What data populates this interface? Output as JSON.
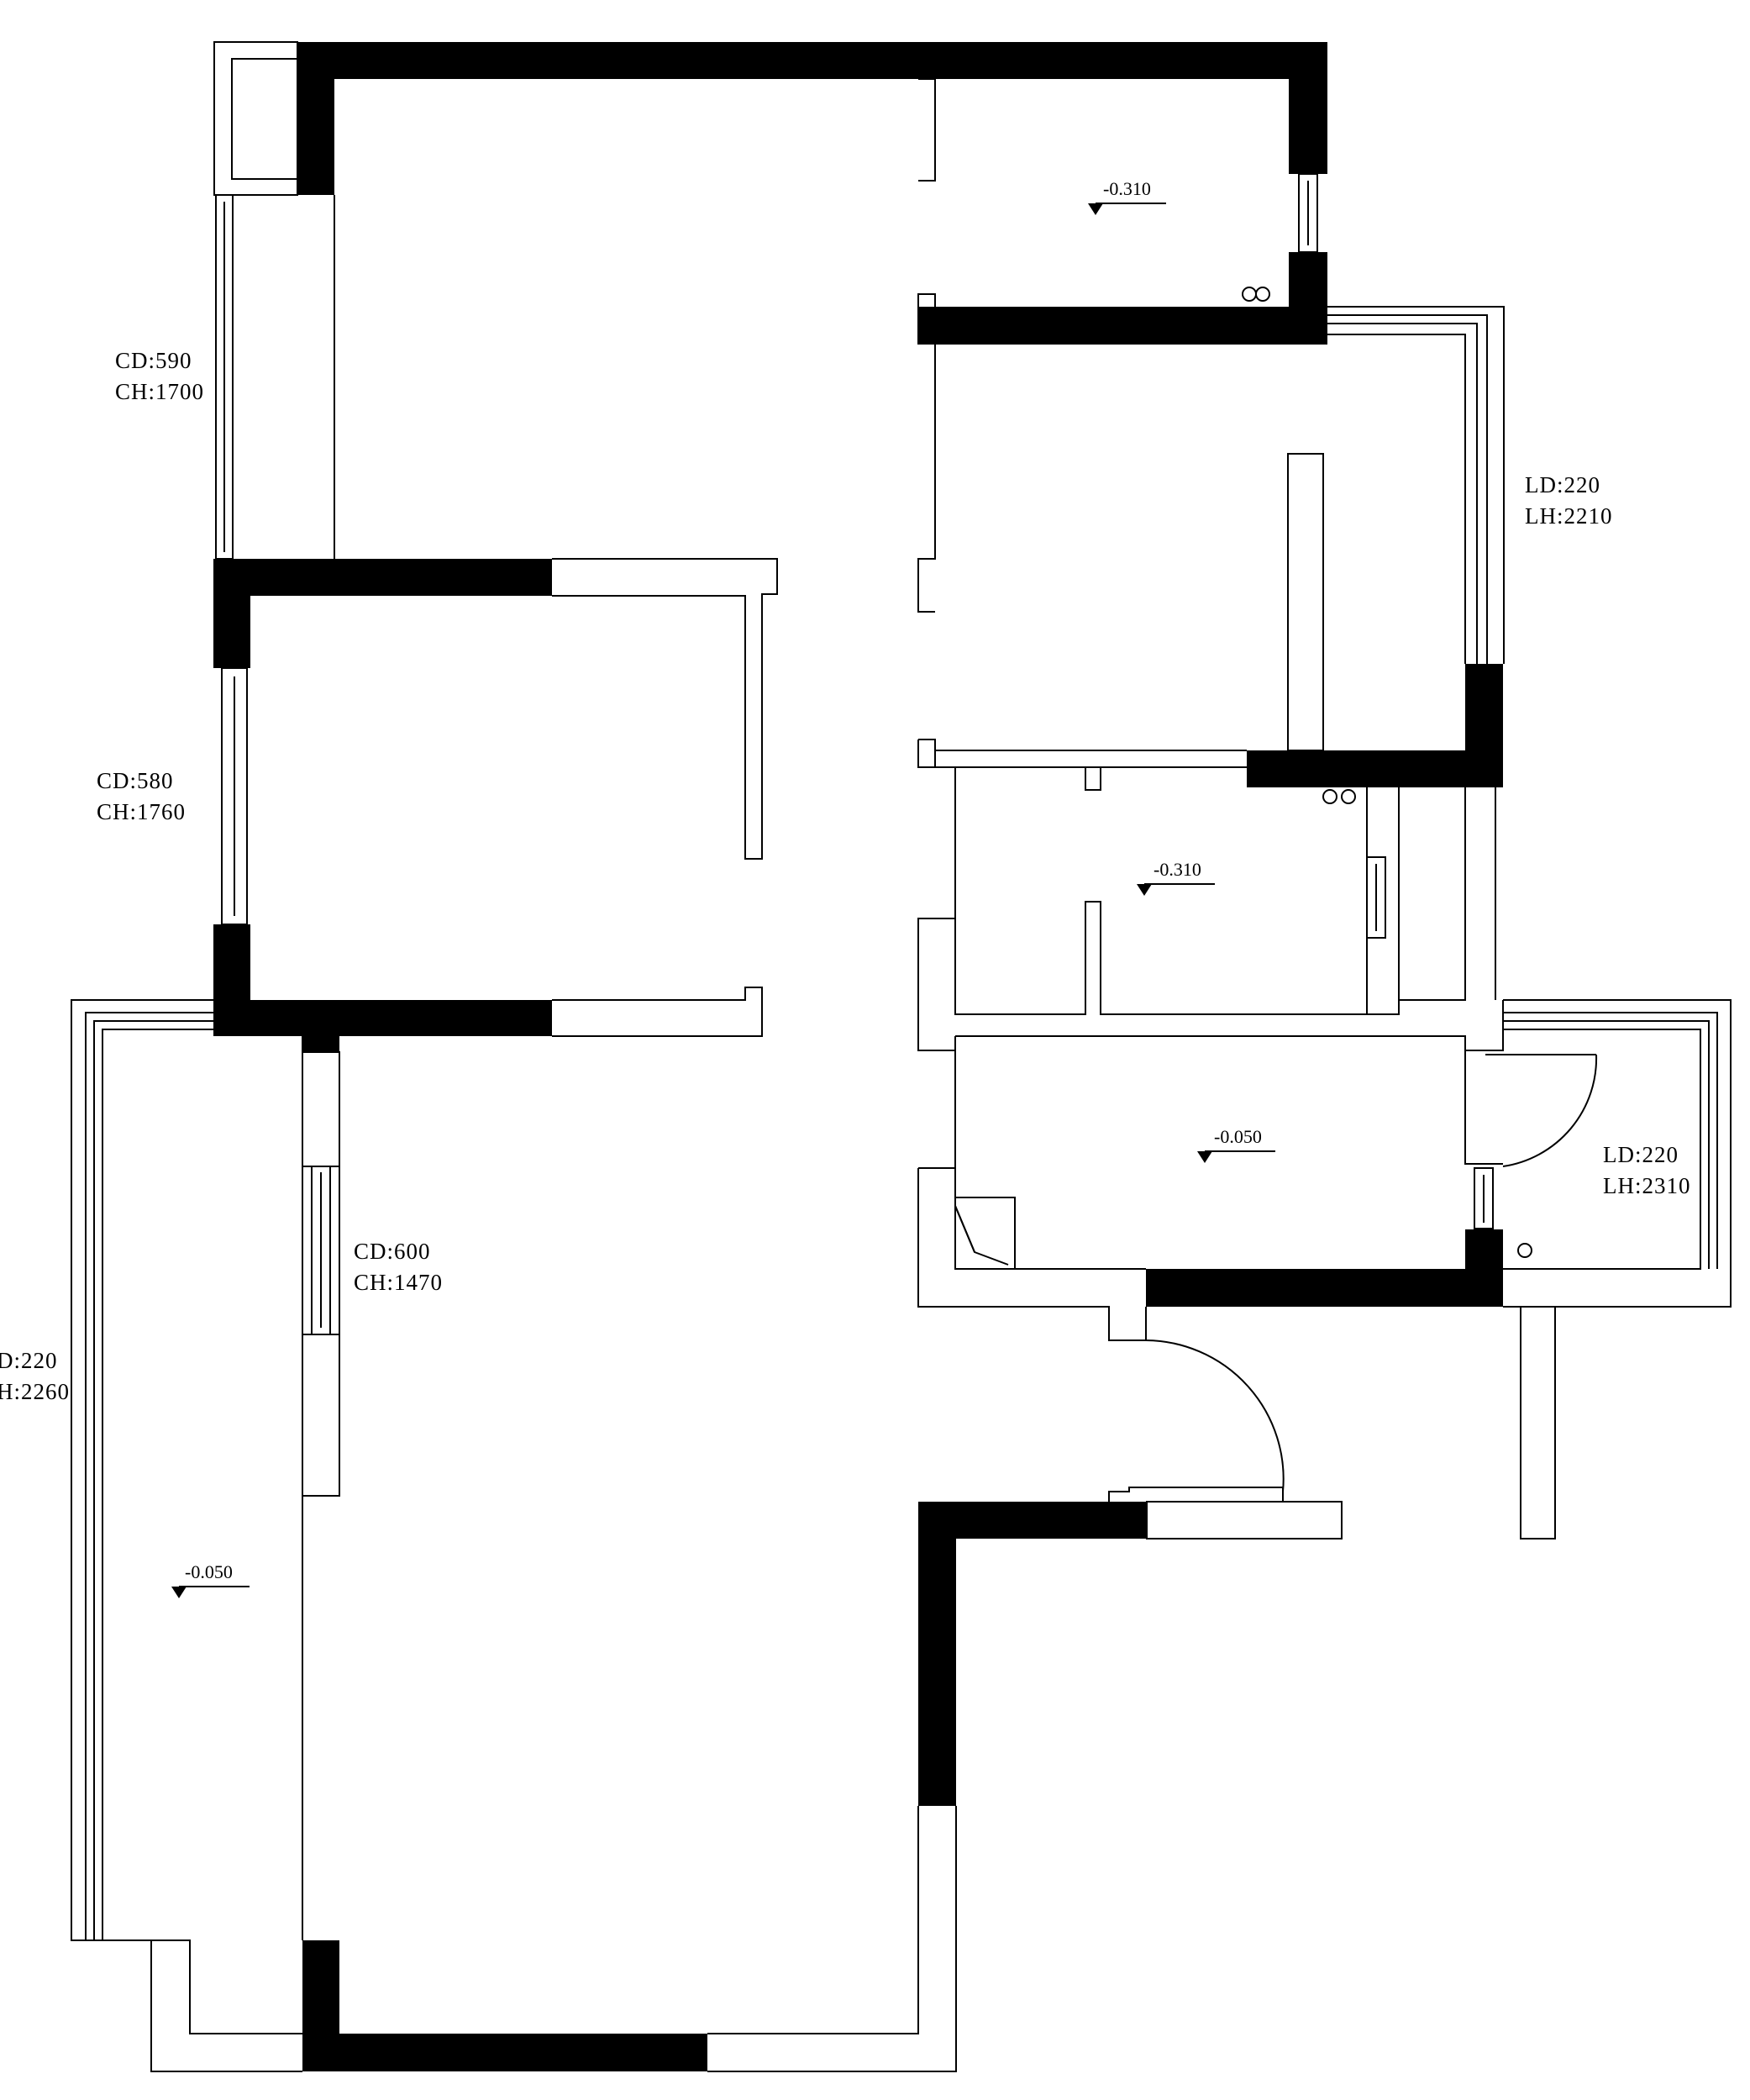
{
  "window_notes": [
    {
      "id": "w-cd590",
      "cd": "CD:590",
      "ch": "CH:1700"
    },
    {
      "id": "w-cd580",
      "cd": "CD:580",
      "ch": "CH:1760"
    },
    {
      "id": "w-cd600",
      "cd": "CD:600",
      "ch": "CH:1470"
    },
    {
      "id": "b-ld220-2210",
      "cd": "LD:220",
      "ch": "LH:2210"
    },
    {
      "id": "b-ld220-2310",
      "cd": "LD:220",
      "ch": "LH:2310"
    },
    {
      "id": "b-ld220-2260",
      "cd": "D:220",
      "ch": "H:2260"
    }
  ],
  "level_marks": [
    {
      "id": "lvl-top-bath",
      "value": "-0.310"
    },
    {
      "id": "lvl-mid-bath",
      "value": "-0.310"
    },
    {
      "id": "lvl-kitchen",
      "value": "-0.050"
    },
    {
      "id": "lvl-balcony",
      "value": "-0.050"
    }
  ],
  "colors": {
    "wall": "#000000",
    "line": "#000000",
    "paper": "#ffffff"
  }
}
